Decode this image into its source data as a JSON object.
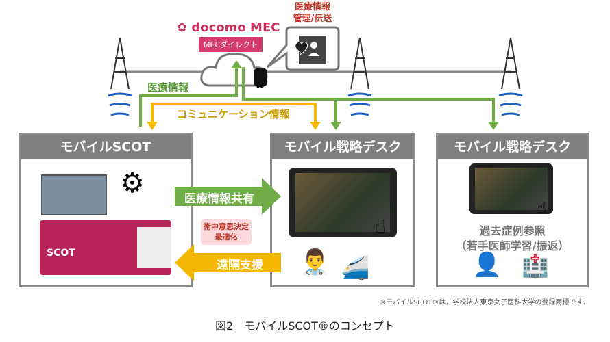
{
  "brand": {
    "name": "docomo MEC",
    "badge": "MECダイレクト"
  },
  "callout": {
    "line1": "医療情報",
    "line2": "管理/伝送"
  },
  "db_label": "DB",
  "flows": {
    "medical_info": "医療情報",
    "communication_info": "コミュニケーション情報"
  },
  "left_box": {
    "title": "モバイルSCOT"
  },
  "middle_box": {
    "title": "モバイル戦略デスク"
  },
  "right_box": {
    "title": "モバイル戦略デスク",
    "caption1": "過去症例参照",
    "caption2": "（若手医師学習/振返）"
  },
  "arrows": {
    "share": "医療情報共有",
    "decision": "術中意思決定\n最適化",
    "support": "遠隔支援"
  },
  "truck_text": "SCOT",
  "footnote": "※モバイルSCOT®は，学校法人東京女子医科大学の登録商標です．",
  "figure_caption": "図2　モバイルSCOT®のコンセプト",
  "colors": {
    "green": "#70ad47",
    "yellow": "#f5b800",
    "brand": "#c8325a",
    "header": "#7f7f7f"
  }
}
